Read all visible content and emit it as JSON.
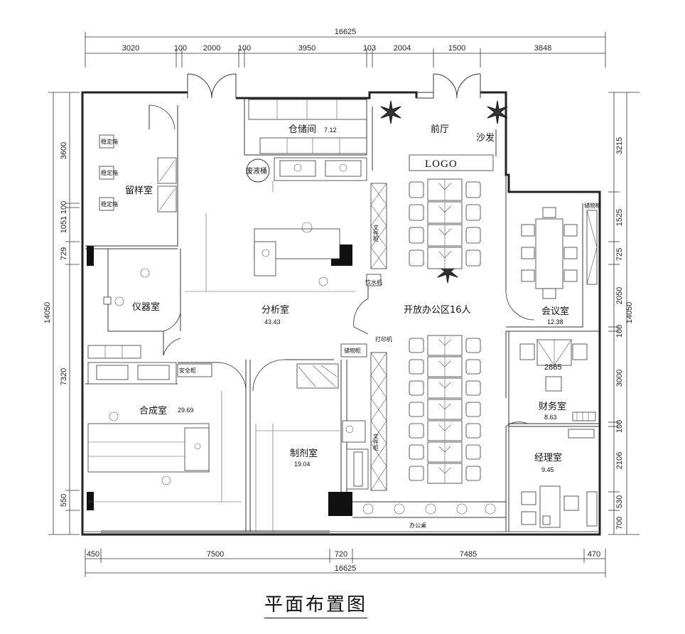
{
  "title": "平面布置图",
  "dimensions": {
    "top_total": "16625",
    "top_segments": [
      "3020",
      "100",
      "2000",
      "100",
      "3950",
      "103",
      "2004",
      "1500",
      "3848"
    ],
    "bottom_segments": [
      "450",
      "7500",
      "720",
      "7485",
      "470"
    ],
    "bottom_total": "16625",
    "left_total": "14050",
    "left_segments": [
      "3600",
      "100",
      "1051",
      "729",
      "7320",
      "550"
    ],
    "right_total": "14050",
    "right_segments": [
      "3215",
      "1525",
      "725",
      "2050",
      "100",
      "3000",
      "100",
      "2106",
      "530",
      "700"
    ]
  },
  "rooms": {
    "storage": {
      "name": "仓储间",
      "area": "7.12"
    },
    "waste": {
      "name": "废液桶"
    },
    "sample": {
      "name": "留样室"
    },
    "instrument": {
      "name": "仪器室"
    },
    "analysis": {
      "name": "分析室",
      "area": "43.43"
    },
    "synthesis": {
      "name": "合成室",
      "area": "29.69"
    },
    "prep": {
      "name": "制剂室",
      "area": "19.04"
    },
    "lobby": {
      "name": "前厅"
    },
    "sofa": {
      "name": "沙发"
    },
    "logo": {
      "name": "LOGO"
    },
    "open_office": {
      "name": "开放办公区16人"
    },
    "meeting": {
      "name": "会议室",
      "area": "12.38"
    },
    "finance": {
      "name": "财务室",
      "area": "8.63"
    },
    "manager": {
      "name": "经理室",
      "area": "9.45"
    },
    "desk": {
      "name": "办公桌"
    }
  },
  "labels": {
    "water": "饮水机",
    "printer": "打印机",
    "cabinet1": "文件柜",
    "cabinet2": "文件柜",
    "safe": "安全柜",
    "storage_cab": "储物柜",
    "stable": "稳定箱",
    "finance_num": "2865"
  }
}
